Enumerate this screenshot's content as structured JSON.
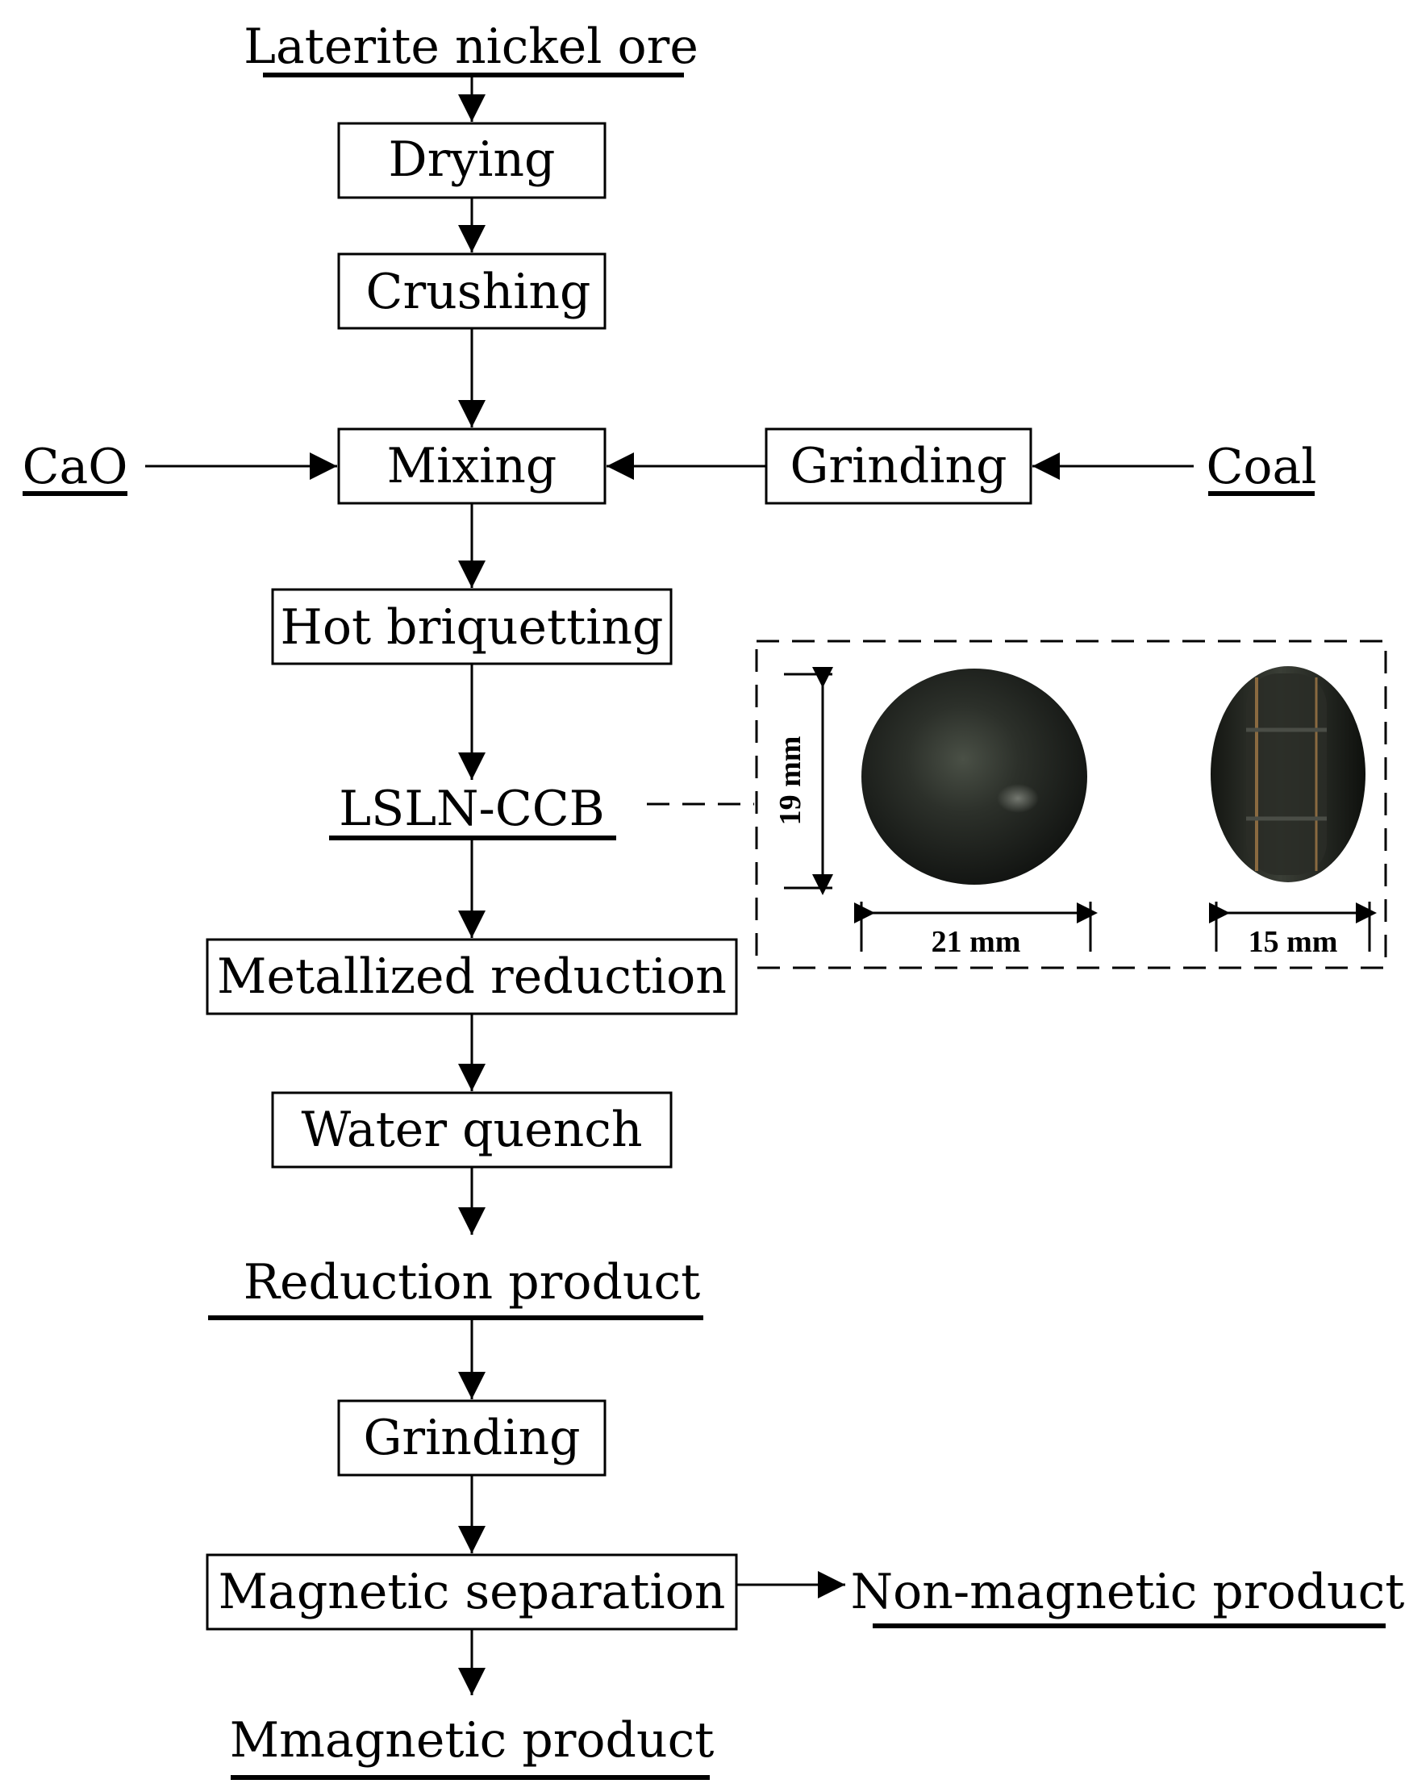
{
  "nodes": {
    "laterite": "Laterite nickel ore",
    "drying": "Drying",
    "crushing": "Crushing",
    "cao": "CaO",
    "mixing": "Mixing",
    "grinding_coal": "Grinding",
    "coal": "Coal",
    "hot_briquetting": "Hot briquetting",
    "lsln_ccb": "LSLN-CCB",
    "metallized_reduction": "Metallized reduction",
    "water_quench": "Water quench",
    "reduction_product": "Reduction product",
    "grinding": "Grinding",
    "magnetic_separation": "Magnetic separation",
    "non_magnetic_product": "Non-magnetic product",
    "magnetic_product": "Mmagnetic product"
  },
  "photo_dimensions": {
    "height": "19 mm",
    "width_front": "21 mm",
    "width_side": "15 mm"
  }
}
